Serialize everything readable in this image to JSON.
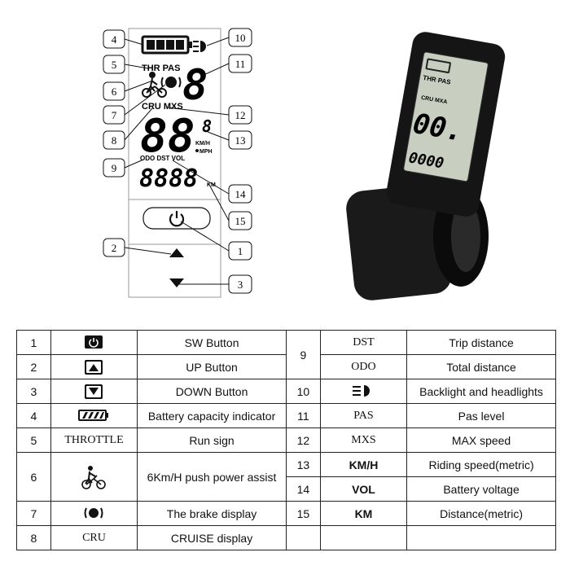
{
  "diagram": {
    "callouts": [
      "4",
      "10",
      "5",
      "11",
      "6",
      "7",
      "12",
      "8",
      "13",
      "9",
      "14",
      "15",
      "2",
      "1",
      "3"
    ],
    "lcd": {
      "thr_pas": "THR PAS",
      "pas_digit": "8",
      "cru_mxs": "CRU MXS",
      "speed_digits": "88",
      "speed_small_digit": "8",
      "kmh": "KM/H",
      "mph": "MPH",
      "odo_dst_vol": "ODO DST VOL",
      "trip_digits": "8888",
      "km": "KM"
    },
    "device": {
      "thr_pas": "THR PAS",
      "cru_mxa": "CRU MXA",
      "speed": "00.",
      "odo": "0000"
    }
  },
  "legend_rows": [
    {
      "num": "1",
      "icon": "power",
      "desc": "SW Button",
      "num2": "9",
      "sym2": "DST",
      "desc2": "Trip distance"
    },
    {
      "num": "2",
      "icon": "up",
      "desc": "UP Button",
      "num2": "",
      "sym2": "ODO",
      "desc2": "Total distance"
    },
    {
      "num": "3",
      "icon": "down",
      "desc": "DOWN Button",
      "num2": "10",
      "sym2": "",
      "desc2": "Backlight and headlights"
    },
    {
      "num": "4",
      "icon": "battery",
      "desc": "Battery capacity indicator",
      "num2": "11",
      "sym2": "PAS",
      "desc2": "Pas level"
    },
    {
      "num": "5",
      "text": "THROTTLE",
      "desc": "Run sign",
      "num2": "12",
      "sym2": "MXS",
      "desc2": "MAX speed"
    },
    {
      "num": "6",
      "icon": "walk",
      "desc": "6Km/H push power assist",
      "num2": "13",
      "sym2": "KM/H",
      "desc2": "Riding speed(metric)"
    },
    {
      "num": "",
      "desc": "",
      "num2": "14",
      "sym2": "VOL",
      "desc2": "Battery voltage"
    },
    {
      "num": "7",
      "icon": "brake",
      "desc": "The brake display",
      "num2": "15",
      "sym2": "KM",
      "desc2": "Distance(metric)"
    },
    {
      "num": "8",
      "text": "CRU",
      "desc": "CRUISE display",
      "num2": "",
      "sym2": "",
      "desc2": ""
    }
  ]
}
